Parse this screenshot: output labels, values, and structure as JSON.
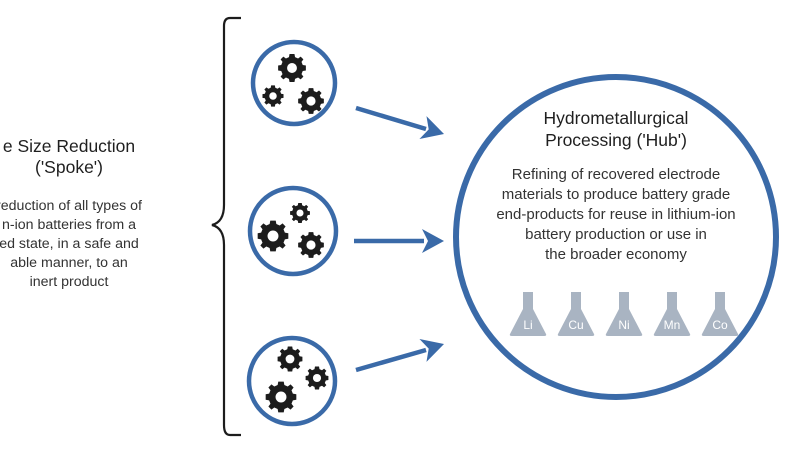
{
  "colors": {
    "accent": "#3a6aa8",
    "flask": "#a9b4c2",
    "gear": "#1c1c1c",
    "text": "#2b2b2b"
  },
  "spoke": {
    "title_line1": "e Size Reduction",
    "title_line2": "('Spoke')",
    "desc_lines": [
      "reduction of all types of",
      "n-ion batteries from a",
      "ed state, in a safe and",
      "able manner, to an",
      "inert product"
    ]
  },
  "hub": {
    "title_line1": "Hydrometallurgical",
    "title_line2": "Processing ('Hub')",
    "desc_lines": [
      "Refining of recovered electrode",
      "materials to produce battery grade",
      "end-products for reuse in lithium-ion",
      "battery production or use in",
      "the broader economy"
    ],
    "flasks": [
      "Li",
      "Cu",
      "Ni",
      "Mn",
      "Co"
    ]
  },
  "icons": [
    "brace-icon",
    "gears-icon",
    "arrow-icon",
    "flask-icon"
  ]
}
